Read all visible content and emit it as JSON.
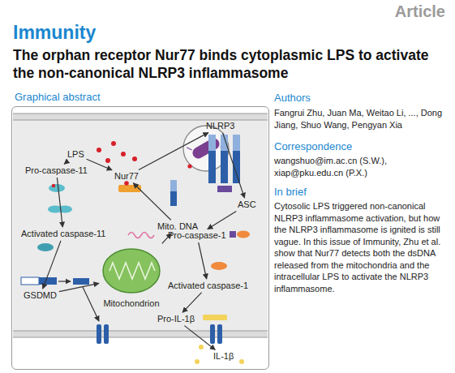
{
  "diagram": {
    "title": "The orphan receptor Nur77 binds cytoplasmic LPS to activate the non-canonical NLRP3 inflammasome",
    "nodes": [
      {
        "text": [
          "Graphical abstract"
        ]
      },
      {
        "text": [
          "LPS"
        ],
        "in": 0
      },
      {
        "text": [
          "Pro-caspase-11"
        ],
        "in": 0
      },
      {
        "text": [
          "Activated caspase-11"
        ],
        "in": 0
      },
      {
        "text": [
          "GSDMD"
        ],
        "in": 0
      },
      {
        "text": [
          "Nur77"
        ],
        "in": 0
      },
      {
        "text": [
          "Mito. DNA"
        ],
        "in": 0
      },
      {
        "text": [
          "Mitochondrion"
        ],
        "in": 0
      },
      {
        "text": [
          "NLRP3"
        ],
        "in": 0
      },
      {
        "text": [
          "ASC"
        ],
        "in": 0
      },
      {
        "text": [
          "Pro-caspase-1"
        ],
        "in": 0
      },
      {
        "text": [
          "Activated caspase-1"
        ],
        "in": 0
      },
      {
        "text": [
          "Pro-IL-1β"
        ],
        "in": 0
      },
      {
        "text": [
          "IL-1β"
        ],
        "in": 0
      }
    ],
    "edges": [
      {
        "from": 1,
        "to": 2,
        "arrow": "to"
      },
      {
        "from": 1,
        "to": 5,
        "arrow": "to"
      },
      {
        "from": 2,
        "to": 3,
        "arrow": "to"
      },
      {
        "from": 3,
        "to": 4,
        "arrow": "to"
      },
      {
        "from": 4,
        "to": 7,
        "arrow": "to"
      },
      {
        "from": 7,
        "to": 6,
        "arrow": "to"
      },
      {
        "from": 6,
        "to": 5,
        "arrow": "to"
      },
      {
        "from": 5,
        "to": 8,
        "arrow": "to"
      },
      {
        "from": 8,
        "to": 9,
        "arrow": "to"
      },
      {
        "from": 9,
        "to": 10,
        "arrow": "to"
      },
      {
        "from": 10,
        "to": 11,
        "arrow": "to"
      },
      {
        "from": 11,
        "to": 12,
        "arrow": "to"
      },
      {
        "from": 12,
        "to": 13,
        "arrow": "to"
      }
    ],
    "labels": [
      "Article",
      "Immunity",
      "Authors",
      "Fangrui Zhu, Juan Ma, Weitao Li, ..., Dong Jiang, Shuo Wang, Pengyan Xia",
      "Correspondence",
      "wangshuo@im.ac.cn (S.W.), xiap@pku.edu.cn (P.X.)",
      "In brief",
      "Cytosolic LPS triggered non-canonical NLRP3 inflammasome activation, but how the NLRP3 inflammasome is ignited is still vague. In this issue of Immunity, Zhu et al. show that Nur77 detects both the dsDNA released from the mitochondria and the intracellular LPS to activate the NLRP3 inflammasome."
    ]
  }
}
